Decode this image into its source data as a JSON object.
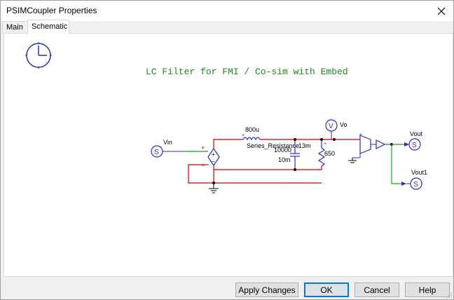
{
  "window": {
    "title": "PSIMCoupler Properties"
  },
  "tabs": [
    {
      "label": "Main",
      "active": false
    },
    {
      "label": "Schematic",
      "active": true
    }
  ],
  "schematic": {
    "title": "LC Filter for FMI / Co-sim with Embed",
    "title_color": "#1a8a1a",
    "labels": {
      "vin": "Vin",
      "vo": "Vo",
      "vout": "Vout",
      "vout1": "Vout1",
      "inductor": "800u",
      "series_resistance": "Series_Resistance",
      "series_resistance_value": "13m",
      "cap_value": "10000",
      "cap_esr": "10m",
      "load": "650",
      "source_glyph": "S",
      "meter_glyph": "V",
      "plus": "+",
      "minus": "−"
    },
    "colors": {
      "power_wire": "#cc0000",
      "signal_wire": "#1fa51f",
      "control_block": "#2a2acc",
      "ground": "#000000"
    }
  },
  "buttons": {
    "apply": "Apply Changes",
    "ok": "OK",
    "cancel": "Cancel",
    "help": "Help"
  }
}
